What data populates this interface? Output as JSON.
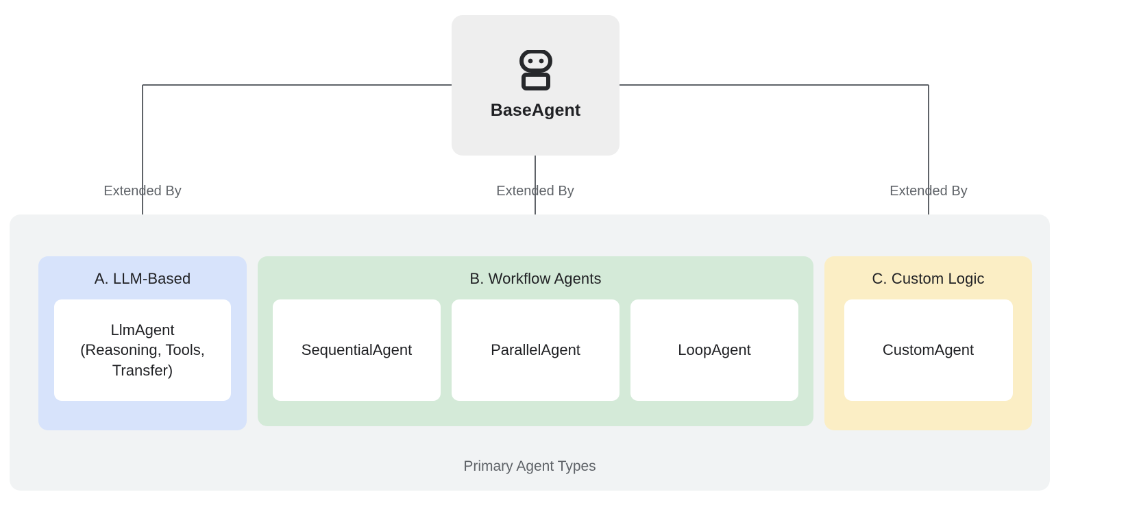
{
  "diagram": {
    "root": {
      "label": "BaseAgent",
      "icon": "robot-icon"
    },
    "edges": [
      {
        "label": "Extended By"
      },
      {
        "label": "Extended By"
      },
      {
        "label": "Extended By"
      }
    ],
    "container": {
      "caption": "Primary Agent Types",
      "color": "#f1f3f4"
    },
    "groups": [
      {
        "id": "llm-based",
        "title": "A. LLM-Based",
        "color": "#d7e3fb",
        "cards": [
          {
            "label": "LlmAgent\n(Reasoning, Tools,\nTransfer)"
          }
        ]
      },
      {
        "id": "workflow-agents",
        "title": "B. Workflow Agents",
        "color": "#d4ead8",
        "cards": [
          {
            "label": "SequentialAgent"
          },
          {
            "label": "ParallelAgent"
          },
          {
            "label": "LoopAgent"
          }
        ]
      },
      {
        "id": "custom-logic",
        "title": "C. Custom Logic",
        "color": "#fbeec5",
        "cards": [
          {
            "label": "CustomAgent"
          }
        ]
      }
    ],
    "connector_color": "#5f6368",
    "root_color": "#eeeeee",
    "card_color": "#ffffff"
  }
}
